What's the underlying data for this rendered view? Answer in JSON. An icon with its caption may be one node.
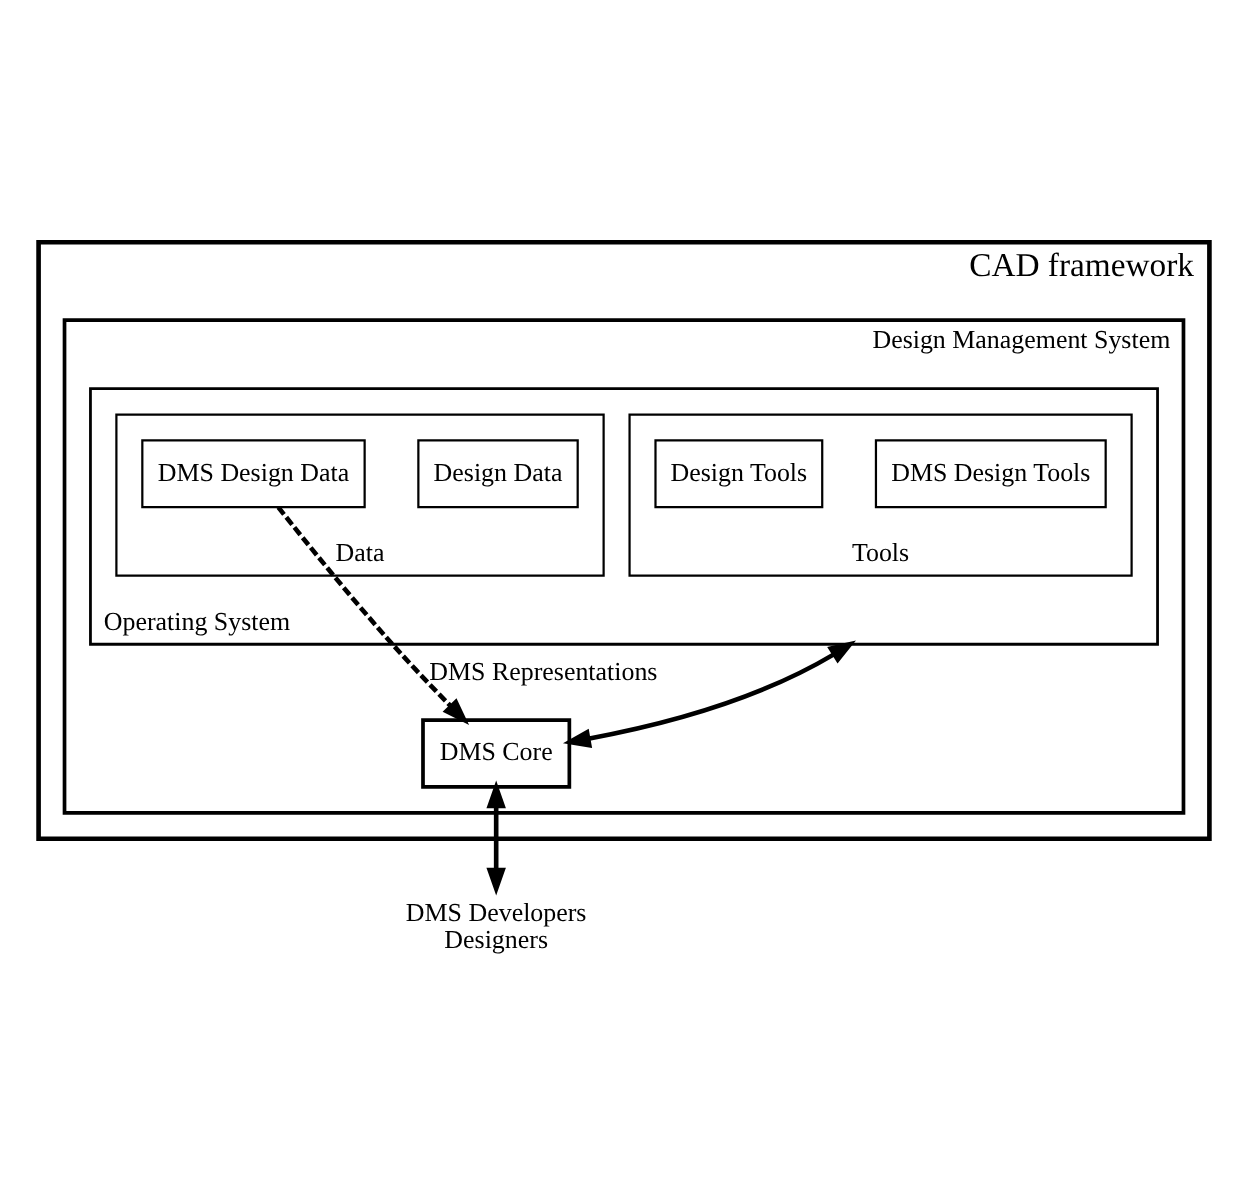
{
  "diagram": {
    "nodes": [
      {
        "text": [
          "CAD framework"
        ]
      },
      {
        "text": [
          "Design Management System"
        ],
        "in": 0
      },
      {
        "text": [
          "Operating System"
        ],
        "in": 1
      },
      {
        "text": [
          "Tools"
        ],
        "in": 2
      },
      {
        "text": [
          "DMS Design Tools"
        ],
        "in": 3
      },
      {
        "text": [
          "Design Tools"
        ],
        "in": 3
      },
      {
        "text": [
          "Data"
        ],
        "in": 2
      },
      {
        "text": [
          "Design Data"
        ],
        "in": 6
      },
      {
        "text": [
          "DMS Design Data"
        ],
        "in": 6
      },
      {
        "text": [
          "DMS Core"
        ],
        "in": 1
      },
      {
        "text": [
          "DMS Developers",
          "Designers"
        ]
      }
    ],
    "edges": [
      {
        "from": 2,
        "to": 9,
        "arrow": "both"
      },
      {
        "from": 8,
        "to": 9,
        "arrow": "to",
        "label": "DMS Representations",
        "style": "dashed"
      },
      {
        "from": 9,
        "to": 10,
        "arrow": "both"
      }
    ]
  }
}
